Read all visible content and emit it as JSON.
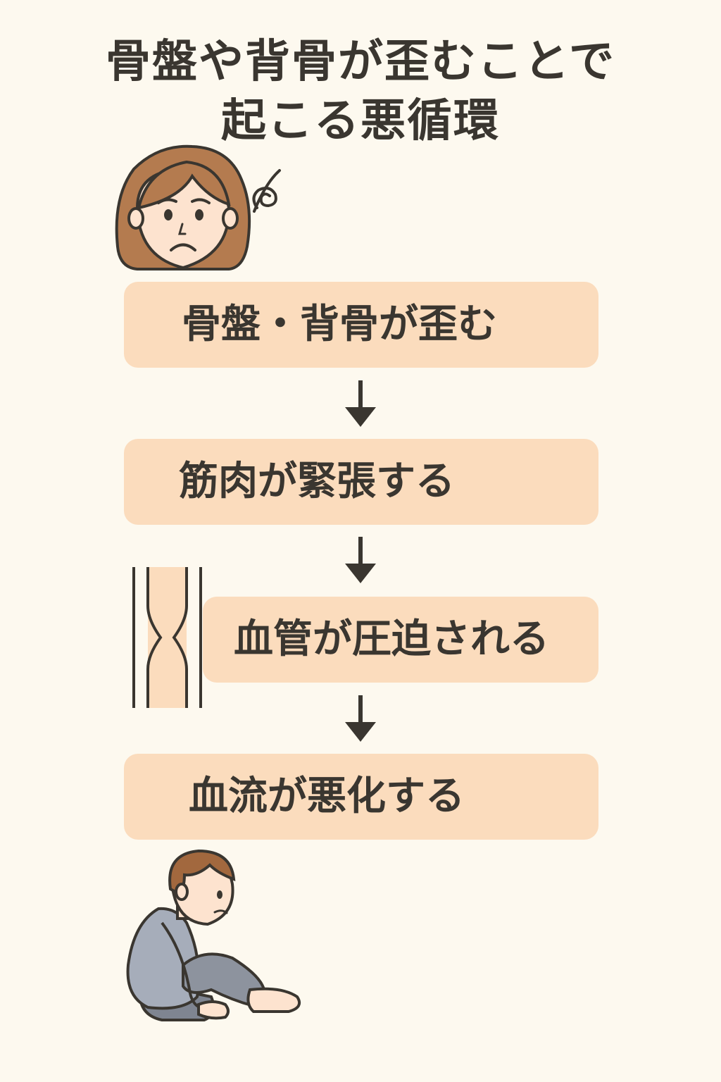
{
  "title": {
    "line1": "骨盤や背骨が歪むことで",
    "line2": "起こる悪循環"
  },
  "steps": [
    {
      "label": "骨盤・背骨が歪む"
    },
    {
      "label": "筋肉が緊張する"
    },
    {
      "label": "血管が圧迫される"
    },
    {
      "label": "血流が悪化する"
    }
  ],
  "colors": {
    "background": "#fdf9ef",
    "box": "#fbdcbd",
    "text": "#3a3630",
    "arrow": "#3a3630"
  },
  "icons": {
    "top": "worried-woman-icon",
    "middle": "compressed-blood-vessel-icon",
    "bottom": "sitting-tired-man-icon",
    "connector": "arrow-down-icon"
  }
}
